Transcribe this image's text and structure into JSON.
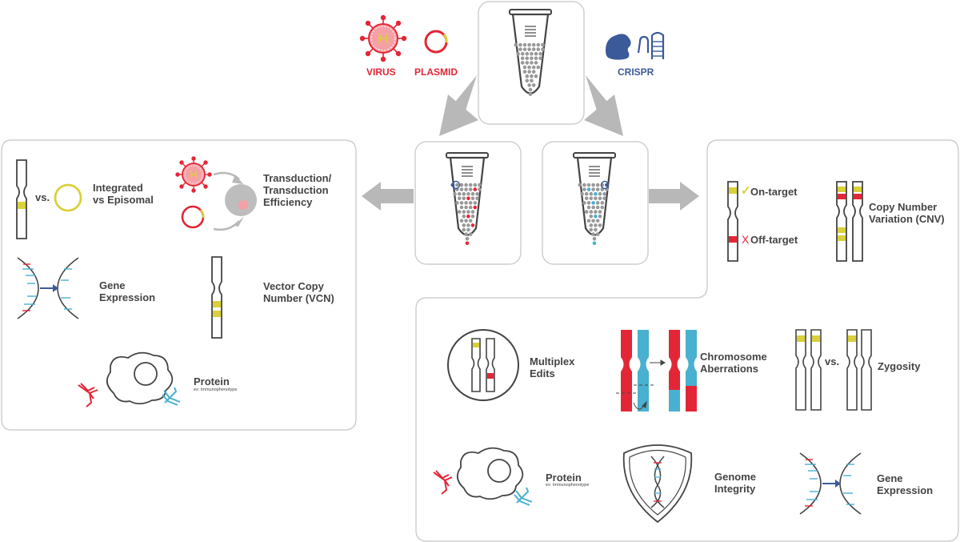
{
  "colors": {
    "red": "#e32636",
    "blue": "#4ab0d0",
    "navy": "#3b5a99",
    "yellow": "#d9d03a",
    "gray": "#999999",
    "dark": "#444444"
  },
  "vectors": {
    "virus": "VIRUS",
    "plasmid": "PLASMID",
    "crispr": "CRISPR"
  },
  "left_panel": {
    "vs": "vs.",
    "integrated": "Integrated\nvs Episomal",
    "transduction": "Transduction/\nTransduction\nEfficiency",
    "gene_expression": "Gene\nExpression",
    "vcn": "Vector Copy\nNumber (VCN)",
    "protein": "Protein",
    "protein_sub": "ex: Immunophenotype"
  },
  "right_top_panel": {
    "check": "✓",
    "on_target": "On-target",
    "x_mark": "X",
    "off_target": "Off-target",
    "cnv": "Copy Number\nVariation (CNV)"
  },
  "right_bottom_panel": {
    "multiplex": "Multiplex\nEdits",
    "aberrations": "Chromosome\nAberrations",
    "vs": "vs.",
    "zygosity": "Zygosity",
    "protein": "Protein",
    "protein_sub": "ex: Immunophenotype",
    "genome_integrity": "Genome\nIntegrity",
    "gene_expression": "Gene\nExpression"
  }
}
